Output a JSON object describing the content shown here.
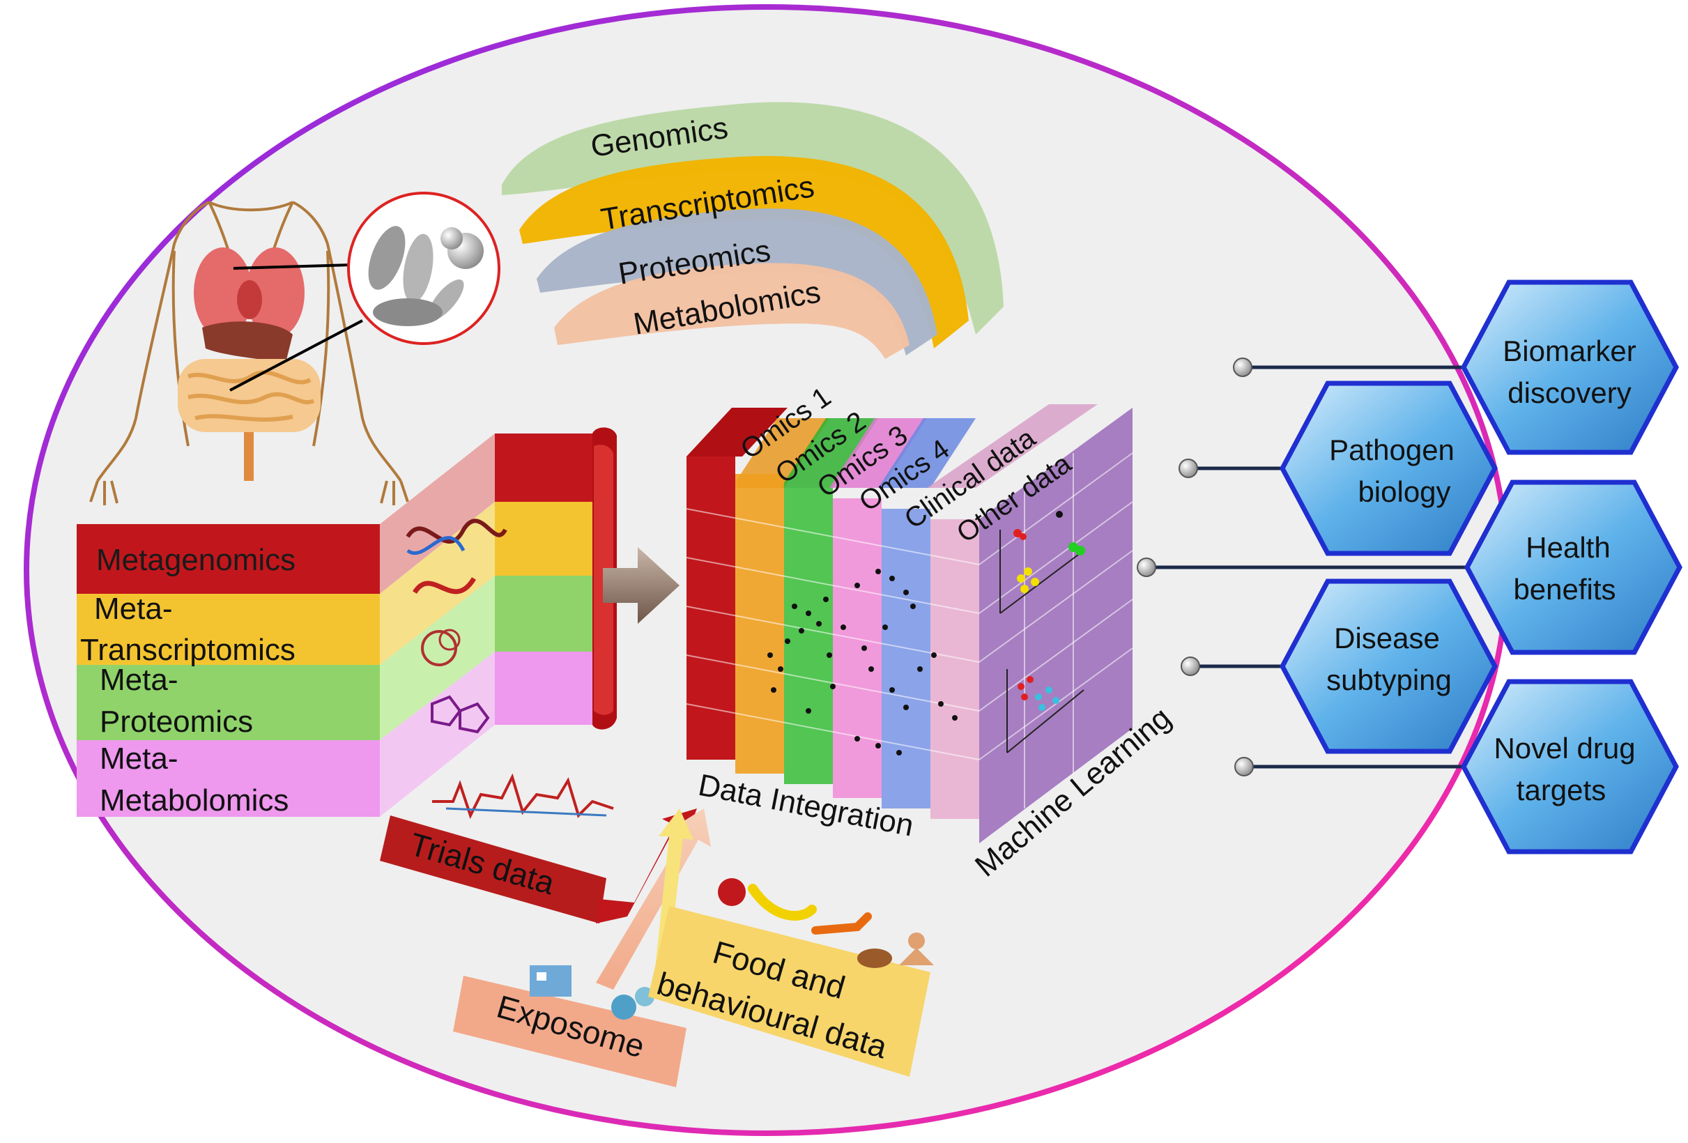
{
  "diagram": {
    "omics_streams": [
      {
        "label": "Genomics",
        "color": "#b9d7a4"
      },
      {
        "label": "Transcriptomics",
        "color": "#f2b400"
      },
      {
        "label": "Proteomics",
        "color": "#a8b4c8"
      },
      {
        "label": "Metabolomics",
        "color": "#f3c1a2"
      }
    ],
    "meta_layers": [
      {
        "lines": [
          "Metagenomics"
        ],
        "color": "#c1171c"
      },
      {
        "lines": [
          "Meta-",
          "Transcriptomics"
        ],
        "color": "#f4c430"
      },
      {
        "lines": [
          "Meta-",
          "Proteomics"
        ],
        "color": "#8fd36a"
      },
      {
        "lines": [
          "Meta-",
          "Metabolomics"
        ],
        "color": "#ee98ee"
      }
    ],
    "cube_layers": [
      {
        "label": "Omics 1",
        "color": "#c1171c"
      },
      {
        "label": "Omics 2",
        "color": "#f0a020"
      },
      {
        "label": "Omics 3",
        "color": "#40c040"
      },
      {
        "label": "Omics 4",
        "color": "#f090d8"
      },
      {
        "label": "Clinical data",
        "color": "#7f9ae8"
      },
      {
        "label": "Other data",
        "color": "#e8b0d0"
      }
    ],
    "cube_captions": {
      "bottom": "Data Integration",
      "side": "Machine Learning"
    },
    "inputs": {
      "trials": "Trials data",
      "exposome": "Exposome",
      "food_lines": [
        "Food and",
        "behavioural data"
      ]
    },
    "outcomes": [
      {
        "lines": [
          "Biomarker",
          "discovery"
        ]
      },
      {
        "lines": [
          "Pathogen",
          "biology"
        ]
      },
      {
        "lines": [
          "Health",
          "benefits"
        ]
      },
      {
        "lines": [
          "Disease",
          "subtyping"
        ]
      },
      {
        "lines": [
          "Novel drug",
          "targets"
        ]
      }
    ],
    "colors": {
      "ellipse_border_start": "#8a2be2",
      "ellipse_border_end": "#ff2aa0",
      "ellipse_fill": "#efefef",
      "hexagon_fill": "#5fb2ea",
      "hexagon_border": "#1f2fd0"
    }
  }
}
